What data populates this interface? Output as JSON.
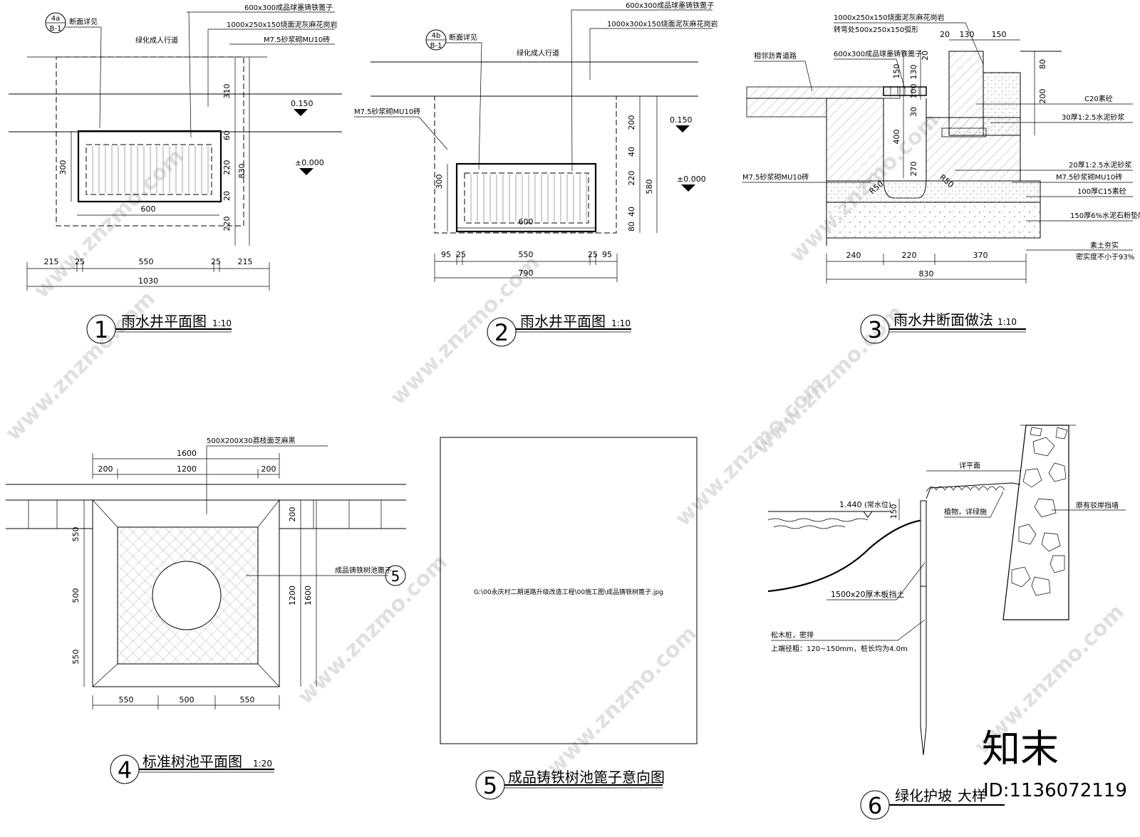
{
  "watermark": {
    "site": "www.znzmo.com",
    "brand": "知末",
    "id": "ID:1136072119"
  },
  "d1": {
    "num": "1",
    "title": "雨水井平面图",
    "scale": "1:10",
    "section_ref": "4a",
    "section_sheet": "B-1",
    "section_note": "断面详见",
    "callout_grate": "600x300成品球墨铸铁篦子",
    "callout_curb": "1000x250x150烧面泥灰麻花岗岩",
    "callout_wall": "M7.5砂浆砌MU10砖",
    "path_label": "绿化成人行道",
    "elev_top": "0.150",
    "elev_zero": "±0.000",
    "dim_bottom": [
      "215",
      "25",
      "550",
      "25",
      "215"
    ],
    "dim_total": "1030",
    "dim_inner": "600",
    "dim_left": "300",
    "dim_right": [
      "310",
      "60",
      "220",
      "20",
      "220"
    ],
    "dim_right_total": "830"
  },
  "d2": {
    "num": "2",
    "title": "雨水井平面图",
    "scale": "1:10",
    "section_ref": "4b",
    "section_sheet": "B-1",
    "section_note": "断面详见",
    "callout_grate": "600x300成品球墨铸铁篦子",
    "callout_curb": "1000x300x150烧面泥灰麻花岗岩",
    "callout_wall": "M7.5砂浆砌MU10砖",
    "path_label": "绿化成人行道",
    "elev_top": "0.150",
    "elev_zero": "±0.000",
    "dim_bottom": [
      "95",
      "25",
      "550",
      "25",
      "95"
    ],
    "dim_total": "790",
    "dim_inner": "600",
    "dim_left": "300",
    "dim_right": [
      "200",
      "40",
      "220",
      "40",
      "80"
    ],
    "dim_right_total": "580"
  },
  "d3": {
    "num": "3",
    "title": "雨水井断面做法",
    "scale": "1:10",
    "callout_curb": "1000x250x150烧面泥灰麻花岗岩",
    "callout_curb2": "转弯处500x250x150弧形",
    "callout_grate": "600x300成品球墨铸铁篦子",
    "callout_road": "相邻沥青道路",
    "callout_wall": "M7.5砂浆砌MU10砖",
    "layers": [
      "C20素砼",
      "30厚1:2.5水泥砂浆",
      "20厚1:2.5水泥砂浆",
      "M7.5砂浆砌MU10砖",
      "100厚C15素砼",
      "150厚6%水泥石粉垫层",
      "素土夯实",
      "密实度不小于93%"
    ],
    "dim_top": [
      "20",
      "130",
      "150"
    ],
    "dim_right": [
      "80",
      "200"
    ],
    "dim_v": [
      "150",
      "20",
      "130",
      "30",
      "100",
      "400",
      "270"
    ],
    "radius": [
      "R50",
      "R50"
    ],
    "dim_bottom": [
      "240",
      "220",
      "370"
    ],
    "dim_total": "830"
  },
  "d4": {
    "num": "4",
    "title": "标准树池平面图",
    "scale": "1:20",
    "callout_edge": "500X200X30荔枝面芝麻黑",
    "callout_grate": "成品铸铁树池篦子",
    "callout_ref": "5",
    "dim_top_total": "1600",
    "dim_top": [
      "200",
      "1200",
      "200"
    ],
    "dim_left": [
      "550",
      "500",
      "550"
    ],
    "dim_bottom": [
      "550",
      "500",
      "550"
    ],
    "dim_right": [
      "200",
      "1200"
    ],
    "dim_right_total": "1600"
  },
  "d5": {
    "num": "5",
    "title": "成品铸铁树池篦子意向图",
    "image_path": "G:\\00永庆村二期道路升级改造工程\\00施工图\\成品铸铁树篦子.jpg"
  },
  "d6": {
    "num": "6",
    "title": "绿化护坡",
    "title_tail": "大样",
    "level": "1.440",
    "level_note": "(常水位)",
    "dim_150": "150",
    "note_plan": "详平面",
    "note_plant": "植物，详绿施",
    "note_wall": "原有驳岸挡墙",
    "note_board": "1500x20厚木板挡土",
    "note_pile": "松木桩，密排",
    "note_pile2": "上端径粗：120~150mm，桩长均为4.0m"
  }
}
